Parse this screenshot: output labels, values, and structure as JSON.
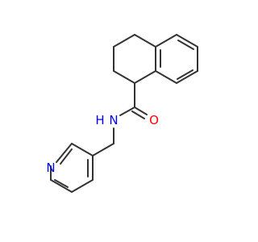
{
  "molecule": {
    "atoms": {
      "oxygen": {
        "symbol": "O",
        "color": "#ff0000"
      },
      "amide_nitrogen": {
        "symbol": "N",
        "color": "#0000ff"
      },
      "amide_hydrogen": {
        "symbol": "H",
        "color": "#0000ff"
      },
      "pyridine_nitrogen": {
        "symbol": "N",
        "color": "#0000ff"
      }
    },
    "bond_color": "#333333"
  }
}
